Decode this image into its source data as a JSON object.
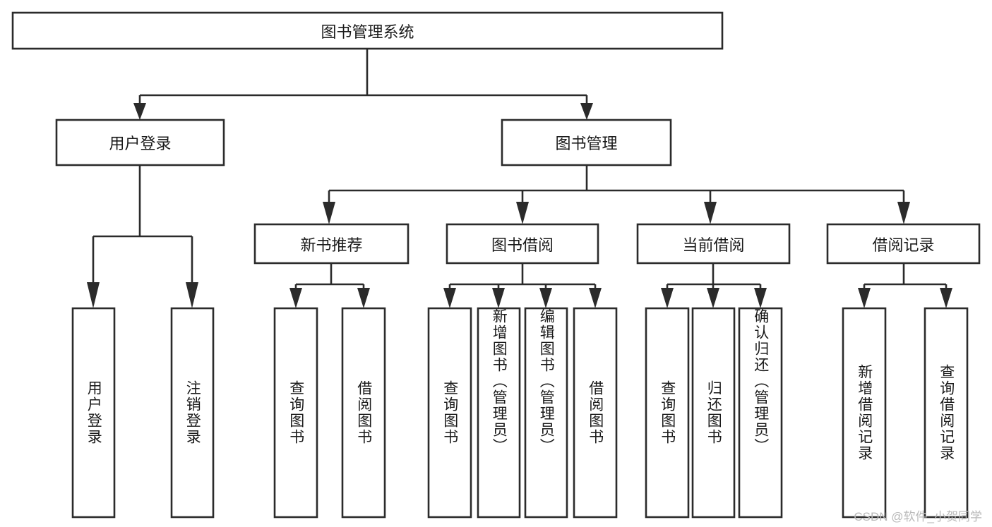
{
  "diagram": {
    "type": "tree-hierarchy-flowchart",
    "title": "图书管理系统",
    "stroke_color": "#2b2b2b",
    "fill_color": "#ffffff",
    "text_color": "#1a1a1a",
    "root": {
      "label": "图书管理系统"
    },
    "level1": [
      {
        "label": "用户登录"
      },
      {
        "label": "图书管理"
      }
    ],
    "level2": [
      {
        "label": "新书推荐"
      },
      {
        "label": "图书借阅"
      },
      {
        "label": "当前借阅"
      },
      {
        "label": "借阅记录"
      }
    ],
    "leaves": {
      "user_login": [
        {
          "label": "用户登录"
        },
        {
          "label": "注销登录"
        }
      ],
      "new_book_recommend": [
        {
          "label": "查询图书"
        },
        {
          "label": "借阅图书"
        }
      ],
      "book_borrow": [
        {
          "label": "查询图书"
        },
        {
          "label": "新增图书（管理员）"
        },
        {
          "label": "编辑图书（管理员）"
        },
        {
          "label": "借阅图书"
        }
      ],
      "current_borrow": [
        {
          "label": "查询图书"
        },
        {
          "label": "归还图书"
        },
        {
          "label": "确认归还（管理员）"
        }
      ],
      "borrow_record": [
        {
          "label": "新增借阅记录"
        },
        {
          "label": "查询借阅记录"
        }
      ]
    }
  },
  "watermark": {
    "text": "CSDN @软件_小贺同学"
  }
}
